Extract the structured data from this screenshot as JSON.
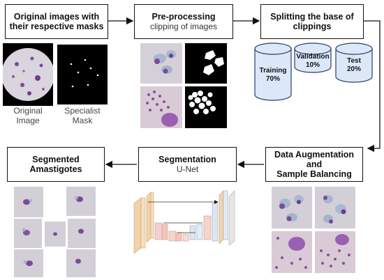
{
  "boxes": {
    "original": {
      "line1": "Original images with",
      "line2": "their respective masks"
    },
    "preprocessing": {
      "title": "Pre-processing",
      "subtitle": "clipping of images"
    },
    "splitting": {
      "line1": "Splitting the base of",
      "line2": "clippings"
    },
    "augmentation": {
      "line1": "Data Augmentation and",
      "line2": "Sample Balancing"
    },
    "segmentation": {
      "title": "Segmentation",
      "subtitle": "U-Net"
    },
    "segmented": {
      "line1": "Segmented",
      "line2": "Amastigotes"
    }
  },
  "captions": {
    "original_image": {
      "line1": "Original",
      "line2": "Image"
    },
    "specialist_mask": {
      "line1": "Specialist",
      "line2": "Mask"
    }
  },
  "splits": {
    "training": {
      "label": "Training",
      "value": "70%"
    },
    "validation": {
      "label": "Validation",
      "value": "10%"
    },
    "test": {
      "label": "Test",
      "value": "20%"
    }
  },
  "colors": {
    "cylinder_fill": "#dce8f8",
    "cylinder_stroke": "#2a3d6b",
    "arrow": "#111111",
    "stain_purple": "#7a4a9a",
    "background_cell": "#d7c9d4"
  }
}
